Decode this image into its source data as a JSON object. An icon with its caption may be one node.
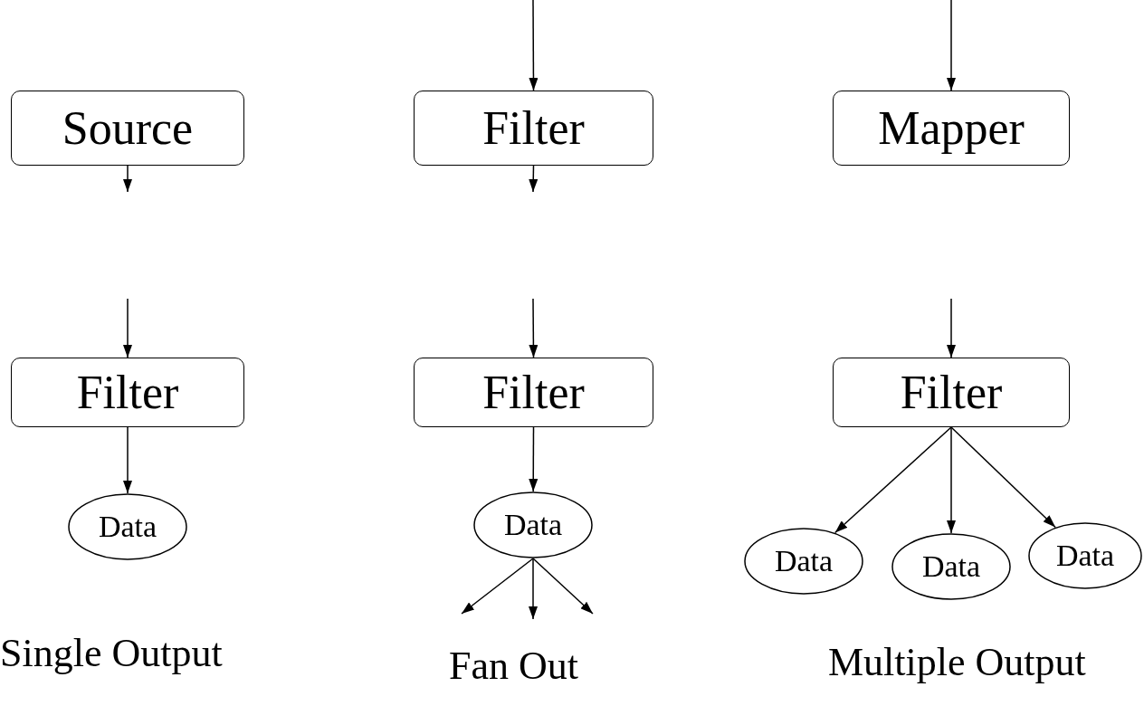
{
  "diagram": {
    "nodes": [
      {
        "text": [
          "Source"
        ]
      },
      {
        "text": [
          "Filter"
        ]
      },
      {
        "text": [
          "Mapper"
        ]
      },
      {
        "text": [
          "Filter"
        ]
      },
      {
        "text": [
          "Filter"
        ]
      },
      {
        "text": [
          "Filter"
        ]
      },
      {
        "text": [
          "Data"
        ]
      },
      {
        "text": [
          "Data"
        ]
      },
      {
        "text": [
          "Data"
        ]
      },
      {
        "text": [
          "Data"
        ]
      },
      {
        "text": [
          "Data"
        ]
      }
    ],
    "edges": [
      {
        "from": null,
        "to": 1,
        "arrow": "to"
      },
      {
        "from": null,
        "to": 2,
        "arrow": "to"
      },
      {
        "from": 0,
        "to": null,
        "arrow": "to"
      },
      {
        "from": 1,
        "to": null,
        "arrow": "to"
      },
      {
        "from": null,
        "to": 3,
        "arrow": "to"
      },
      {
        "from": null,
        "to": 4,
        "arrow": "to"
      },
      {
        "from": null,
        "to": 5,
        "arrow": "to"
      },
      {
        "from": 3,
        "to": 6,
        "arrow": "to"
      },
      {
        "from": 4,
        "to": 7,
        "arrow": "to"
      },
      {
        "from": 7,
        "to": null,
        "arrow": "to"
      },
      {
        "from": 7,
        "to": null,
        "arrow": "to"
      },
      {
        "from": 7,
        "to": null,
        "arrow": "to"
      },
      {
        "from": 5,
        "to": 8,
        "arrow": "to"
      },
      {
        "from": 5,
        "to": 9,
        "arrow": "to"
      },
      {
        "from": 5,
        "to": 10,
        "arrow": "to"
      }
    ],
    "labels": [
      "Single Output",
      "Fan Out",
      "Multiple Output"
    ]
  }
}
